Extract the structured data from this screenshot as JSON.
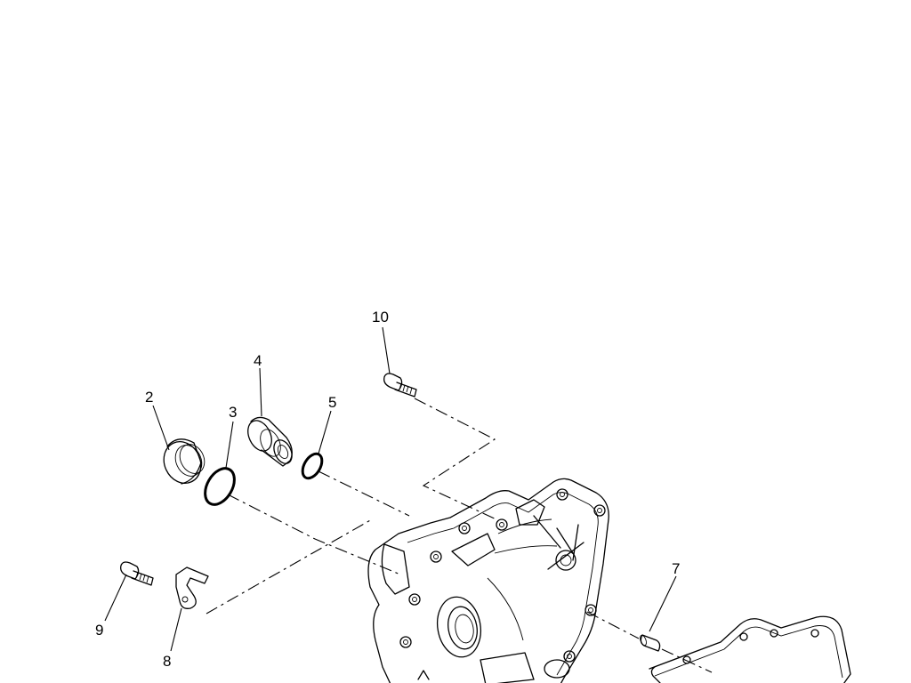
{
  "callouts": {
    "c2": "2",
    "c3": "3",
    "c4": "4",
    "c5": "5",
    "c7": "7",
    "c8": "8",
    "c9": "9",
    "c10": "10"
  }
}
